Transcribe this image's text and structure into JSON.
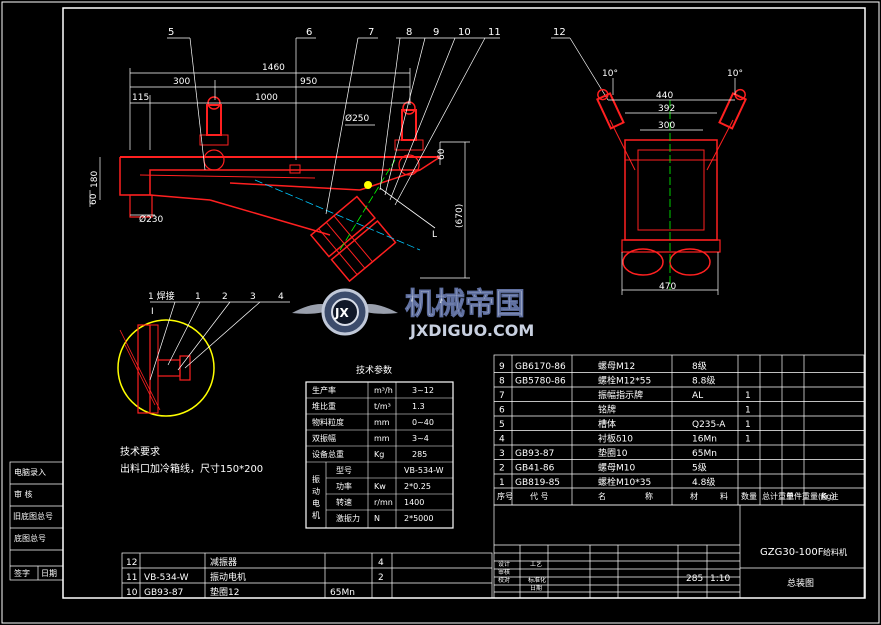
{
  "balloons": [
    "5",
    "6",
    "7",
    "8",
    "9",
    "10",
    "11",
    "12"
  ],
  "dims": {
    "d1460": "1460",
    "d950": "950",
    "d300": "300",
    "d115": "115",
    "d1000": "1000",
    "d250": "Ø250",
    "d60": "60",
    "d180": "180",
    "d60b": "60",
    "d230": "Ø230",
    "d670": "(670)",
    "angle1": "10°",
    "angle2": "10°",
    "d440": "440",
    "d392": "392",
    "d300b": "300",
    "d470": "470",
    "lead": "L"
  },
  "detail": {
    "weld": "1 焊接",
    "weld_sub": "I",
    "balloons": [
      "1",
      "2",
      "3",
      "4"
    ]
  },
  "logo": {
    "cn": "机械帝国",
    "en": "JXDIGUO.COM",
    "mark": "JX"
  },
  "tech_req": {
    "title": "技术要求",
    "line1": "出料口加冷箱线，尺寸150*200"
  },
  "params": {
    "title": "技术参数",
    "rows": [
      [
        "生产率",
        "m³/h",
        "3~12"
      ],
      [
        "堆比重",
        "t/m³",
        "1.3"
      ],
      [
        "物料粒度",
        "mm",
        "0~40"
      ],
      [
        "双振幅",
        "mm",
        "3~4"
      ],
      [
        "设备总重",
        "Kg",
        "285"
      ]
    ],
    "motor_label": "振动电机",
    "motor_rows": [
      [
        "型号",
        "",
        "VB-534-W"
      ],
      [
        "功率",
        "Kw",
        "2*0.25"
      ],
      [
        "转速",
        "r/mn",
        "1400"
      ],
      [
        "激振力",
        "N",
        "2*5000"
      ]
    ]
  },
  "left_stamp": [
    "电脑录入",
    "审 核",
    "旧底图总号",
    "底图总号",
    "签字",
    "日期"
  ],
  "bom_lower": [
    [
      "12",
      "",
      "减振器",
      "4"
    ],
    [
      "11",
      "VB-534-W",
      "振动电机",
      "2"
    ],
    [
      "10",
      "GB93-87",
      "垫圈12",
      "",
      "65Mn"
    ]
  ],
  "bom": [
    [
      "9",
      "GB6170-86",
      "螺母M12",
      "8级",
      ""
    ],
    [
      "8",
      "GB5780-86",
      "螺栓M12*55",
      "8.8级",
      ""
    ],
    [
      "7",
      "",
      "振幅指示牌",
      "AL",
      "1"
    ],
    [
      "6",
      "",
      "铭牌",
      "",
      "1"
    ],
    [
      "5",
      "",
      "槽体",
      "Q235-A",
      "1"
    ],
    [
      "4",
      "",
      "衬板δ10",
      "16Mn",
      "1"
    ],
    [
      "3",
      "GB93-87",
      "垫圈10",
      "65Mn",
      ""
    ],
    [
      "2",
      "GB41-86",
      "螺母M10",
      "5级",
      ""
    ],
    [
      "1",
      "GB819-85",
      "螺栓M10*35",
      "4.8级",
      ""
    ]
  ],
  "bom_header": [
    "序号",
    "代 号",
    "名",
    "称",
    "材",
    "料",
    "数量",
    "单件重量(Kg)",
    "总计重量",
    "备 注"
  ],
  "title_block": {
    "model": "GZG30-100F",
    "suffix": "给料机",
    "subtitle": "总装图",
    "weight": "285",
    "scale": "1:10",
    "mark_labels": [
      "设计",
      "审核",
      "工艺",
      "校对",
      "标准化",
      "日期"
    ]
  }
}
